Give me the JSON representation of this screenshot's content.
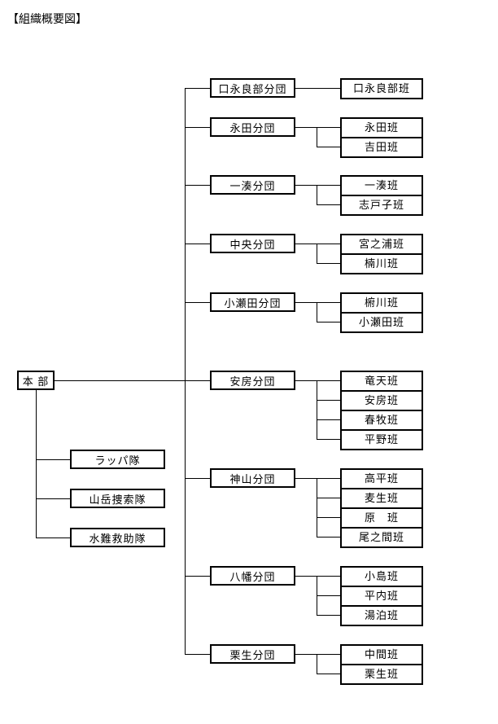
{
  "title": "【組織概要図】",
  "colors": {
    "line": "#000000",
    "background": "#ffffff",
    "box_border": "#000000"
  },
  "headquarters": {
    "label": "本 部"
  },
  "direct_units": [
    {
      "label": "ラッパ隊"
    },
    {
      "label": "山岳捜索隊"
    },
    {
      "label": "水難救助隊"
    }
  ],
  "divisions": [
    {
      "label": "口永良部分団",
      "squads": [
        "口永良部班"
      ]
    },
    {
      "label": "永田分団",
      "squads": [
        "永田班",
        "吉田班"
      ]
    },
    {
      "label": "一湊分団",
      "squads": [
        "一湊班",
        "志戸子班"
      ]
    },
    {
      "label": "中央分団",
      "squads": [
        "宮之浦班",
        "楠川班"
      ]
    },
    {
      "label": "小瀬田分団",
      "squads": [
        "椨川班",
        "小瀬田班"
      ]
    },
    {
      "label": "安房分団",
      "squads": [
        "竜天班",
        "安房班",
        "春牧班",
        "平野班"
      ]
    },
    {
      "label": "神山分団",
      "squads": [
        "高平班",
        "麦生班",
        "原　班",
        "尾之間班"
      ]
    },
    {
      "label": "八幡分団",
      "squads": [
        "小島班",
        "平内班",
        "湯泊班"
      ]
    },
    {
      "label": "栗生分団",
      "squads": [
        "中間班",
        "栗生班"
      ]
    }
  ]
}
